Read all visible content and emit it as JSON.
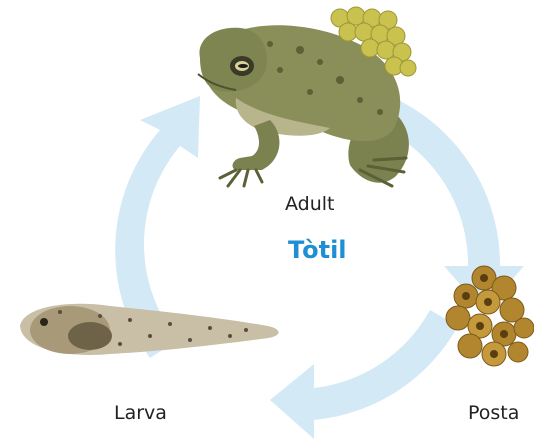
{
  "diagram": {
    "title": "Tòtil",
    "stages": {
      "adult": "Adult",
      "egg": "Posta",
      "larva": "Larva"
    }
  },
  "colors": {
    "title": "#1e8fd2",
    "cycle_arrow": "#d3e9f6",
    "toad_skin": "#8a8f5a",
    "toad_skin_dark": "#5b6035",
    "eggs": "#c9c24e",
    "spawn": "#b2862f",
    "tadpole": "#c8bfa6"
  },
  "icons": [
    "cycle-arrows-icon",
    "toad-illustration-icon",
    "egg-cluster-icon",
    "tadpole-illustration-icon"
  ]
}
